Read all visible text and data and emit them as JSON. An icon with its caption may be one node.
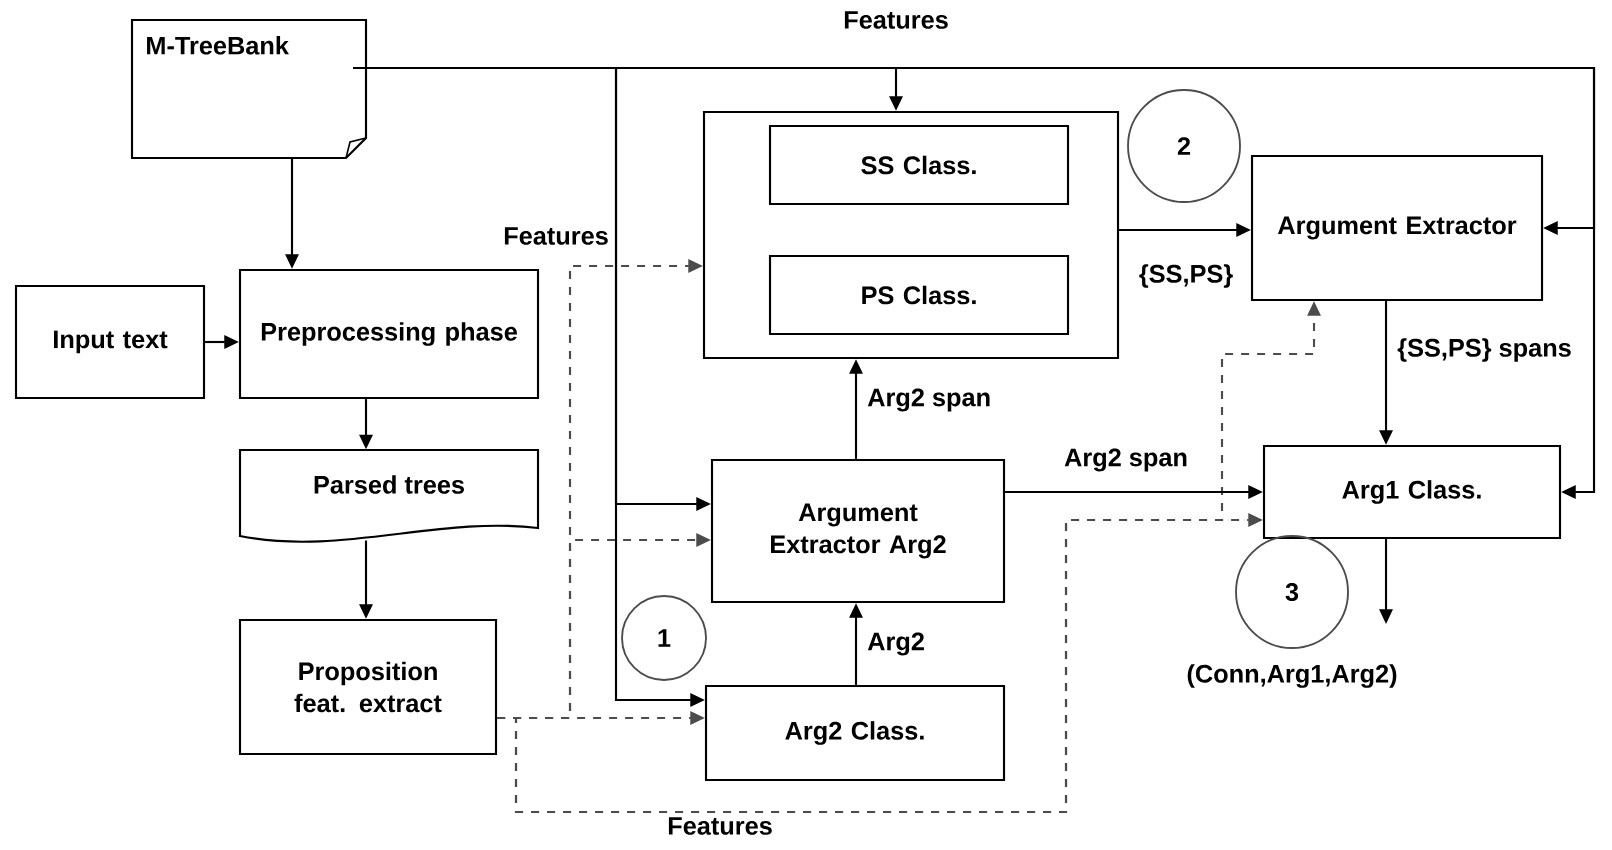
{
  "diagram": {
    "nodes": [
      {
        "text": [
          "M-TreeBank"
        ]
      },
      {
        "text": [
          "Input text"
        ]
      },
      {
        "text": [
          "Preprocessing phase"
        ]
      },
      {
        "text": [
          "Parsed trees"
        ]
      },
      {
        "text": [
          "Proposition feat. extract"
        ]
      },
      {
        "text": [],
        "shape": "box"
      },
      {
        "text": [
          "SS Class."
        ],
        "in": 5
      },
      {
        "text": [
          "PS Class."
        ],
        "in": 5
      },
      {
        "text": [
          "Argument Extractor"
        ]
      },
      {
        "text": [
          "Argument Extractor Arg2"
        ]
      },
      {
        "text": [
          "Arg2 Class."
        ]
      },
      {
        "text": [
          "Arg1 Class."
        ]
      },
      {
        "text": [
          "2"
        ]
      },
      {
        "text": [
          "1"
        ]
      },
      {
        "text": [
          "3"
        ]
      },
      {
        "text": [
          "(Conn,Arg1,Arg2)"
        ]
      }
    ],
    "edges": [
      {
        "from": 0,
        "to": 2,
        "arrow": "to"
      },
      {
        "from": 1,
        "to": 2,
        "arrow": "to"
      },
      {
        "from": 2,
        "to": 3,
        "arrow": "to"
      },
      {
        "from": 3,
        "to": 4,
        "arrow": "to"
      },
      {
        "from": 0,
        "to": 5,
        "arrow": "to",
        "label": "Features"
      },
      {
        "from": 0,
        "to": 8,
        "arrow": "to"
      },
      {
        "from": 0,
        "to": 11,
        "arrow": "to"
      },
      {
        "from": 0,
        "to": 9,
        "arrow": "to"
      },
      {
        "from": 0,
        "to": 10,
        "arrow": "to"
      },
      {
        "from": 4,
        "to": 5,
        "arrow": "to",
        "style": "dashed",
        "label": "Features"
      },
      {
        "from": 4,
        "to": 9,
        "arrow": "to",
        "style": "dashed"
      },
      {
        "from": 4,
        "to": 10,
        "arrow": "to",
        "style": "dashed"
      },
      {
        "from": 4,
        "to": 11,
        "arrow": "to",
        "style": "dashed",
        "label": "Features"
      },
      {
        "from": 4,
        "to": 8,
        "arrow": "to",
        "style": "dashed"
      },
      {
        "from": 5,
        "to": 8,
        "arrow": "to",
        "label": "{SS,PS}"
      },
      {
        "from": 9,
        "to": 5,
        "arrow": "to",
        "label": "Arg2 span"
      },
      {
        "from": 10,
        "to": 9,
        "arrow": "to",
        "label": "Arg2"
      },
      {
        "from": 9,
        "to": 11,
        "arrow": "to",
        "label": "Arg2 span"
      },
      {
        "from": 8,
        "to": 11,
        "arrow": "to",
        "label": "{SS,PS} spans"
      },
      {
        "from": 11,
        "to": 15,
        "arrow": "to"
      }
    ]
  }
}
